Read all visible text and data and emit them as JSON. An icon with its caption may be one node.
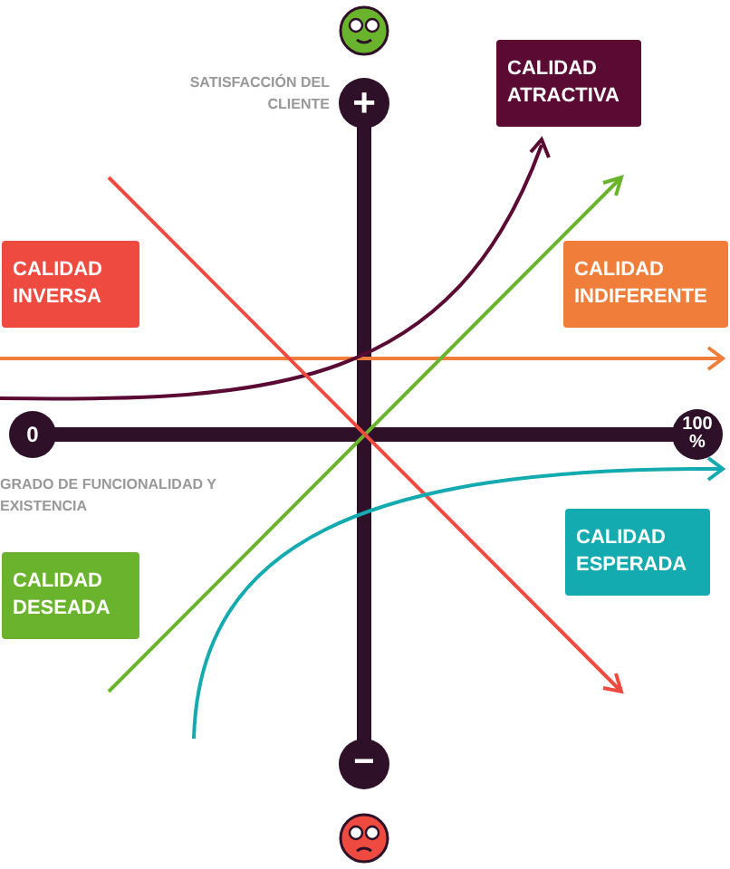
{
  "diagram": {
    "nodes": [
      {
        "text": [
          "CALIDAD ATRACTIVA"
        ]
      },
      {
        "text": [
          "CALIDAD INVERSA"
        ]
      },
      {
        "text": [
          "CALIDAD INDIFERENTE"
        ]
      },
      {
        "text": [
          "CALIDAD DESEADA"
        ]
      },
      {
        "text": [
          "CALIDAD ESPERADA"
        ]
      }
    ],
    "labels": [
      "SATISFACCIÓN DEL CLIENTE",
      "+",
      "0",
      "100 %",
      "GRADO DE FUNCIONALIDAD Y EXISTENCIA",
      "−"
    ]
  }
}
